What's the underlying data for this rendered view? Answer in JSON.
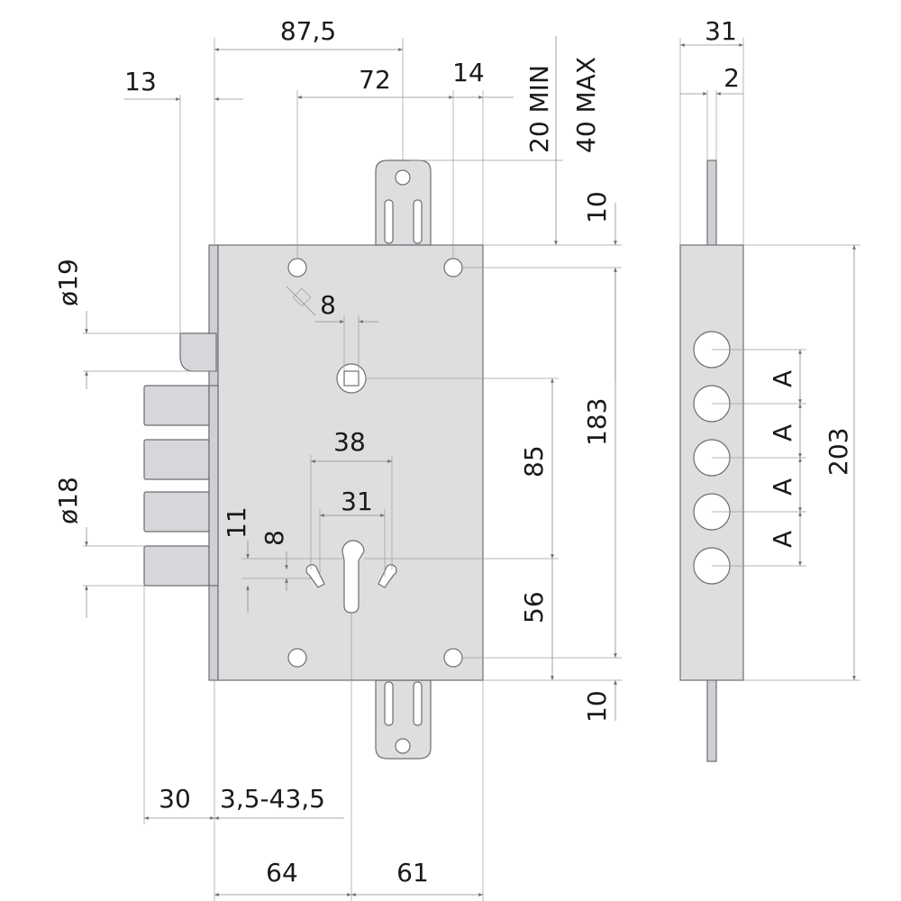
{
  "dimensions": {
    "top_width_87_5": "87,5",
    "left_13": "13",
    "center_72": "72",
    "right_14": "14",
    "min_20": "20 MIN",
    "max_40": "40 MAX",
    "side_31": "31",
    "side_2": "2",
    "hole_dia_19": "ø19",
    "square_8": "8",
    "top_10": "10",
    "height_183": "183",
    "height_203": "203",
    "cyl_38": "38",
    "cyl_31": "31",
    "dist_85": "85",
    "bolt_dia_18": "ø18",
    "small_11": "11",
    "small_8": "8",
    "dist_56": "56",
    "bottom_10": "10",
    "throw_30": "30",
    "adjust_3_5_43_5": "3,5-43,5",
    "backset_64": "64",
    "right_61": "61",
    "spacing_a": "A"
  }
}
